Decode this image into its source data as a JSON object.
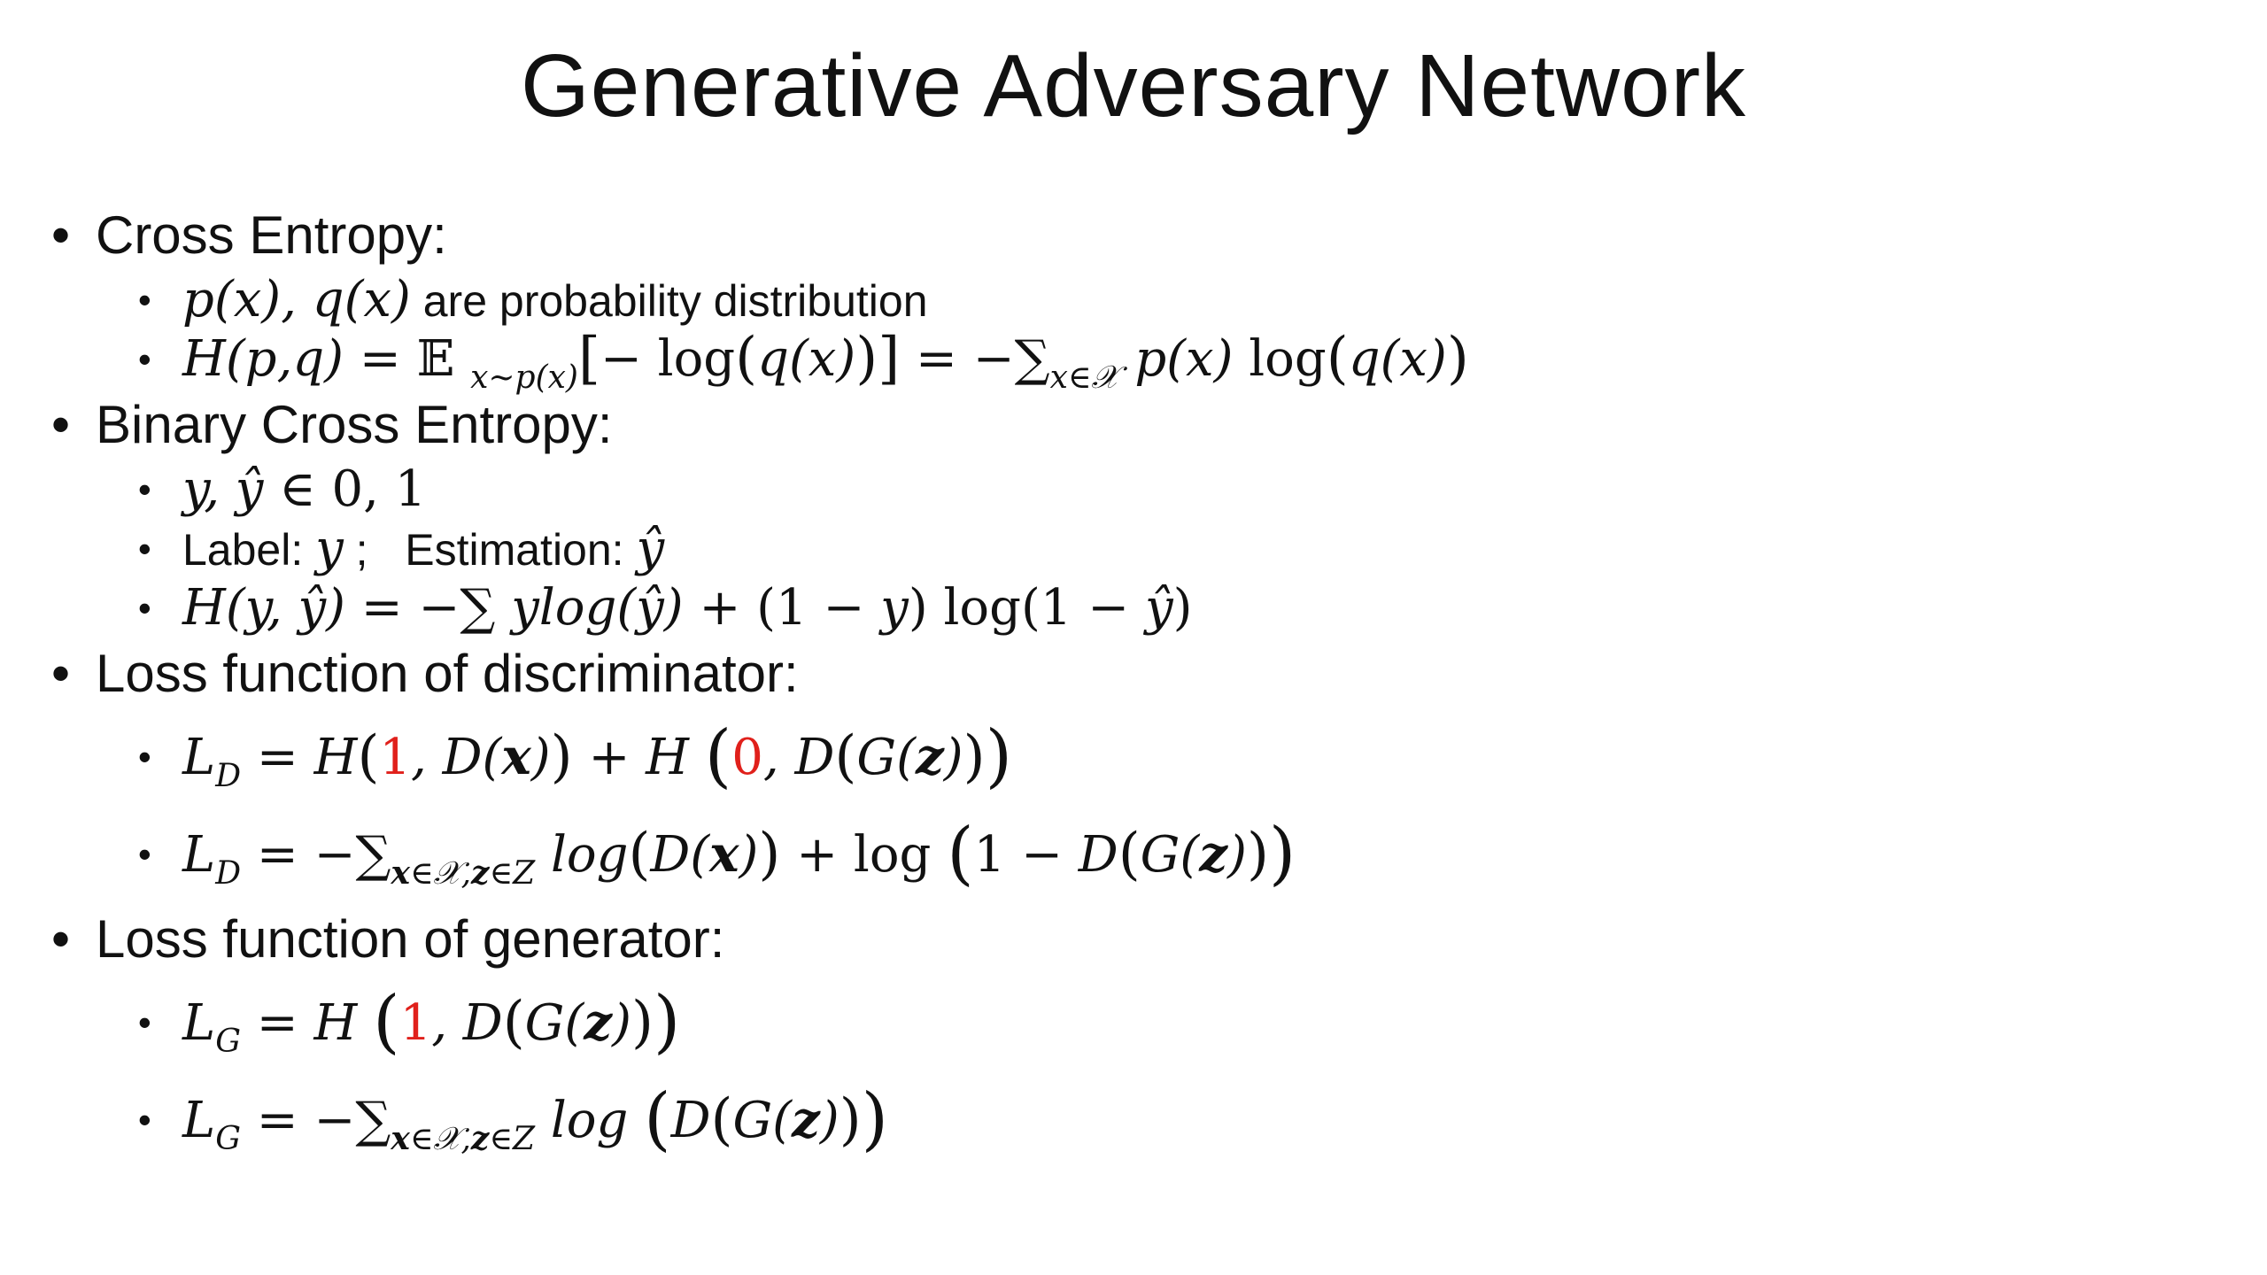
{
  "title": "Generative Adversary Network",
  "sections": [
    {
      "heading": "Cross Entropy:",
      "items": [
        {
          "text_suffix": " are probability distribution",
          "math": "p(x), q(x)"
        },
        {
          "math": "H(p,q) = 𝔼 x~p(x)[− log(q(x))] = −∑x∈𝒳 p(x) log(q(x))"
        }
      ]
    },
    {
      "heading": "Binary Cross Entropy:",
      "items": [
        {
          "math": "y, ŷ ∈ 0, 1"
        },
        {
          "label_text": "Label: ",
          "label_var": "y",
          "sep": " ; ",
          "est_text": "Estimation: ",
          "est_var": "ŷ"
        },
        {
          "math": "H(y, ŷ) = −∑ ylog(ŷ) + (1 − y) log(1 − ŷ)"
        }
      ]
    },
    {
      "heading": "Loss function of discriminator:",
      "items": [
        {
          "math": "L_D = H(1, D(x)) + H(0, D(G(z)))"
        },
        {
          "math": "L_D = −∑x∈𝒳,z∈Z log(D(x)) + log(1 − D(G(z)))"
        }
      ]
    },
    {
      "heading": "Loss function of generator:",
      "items": [
        {
          "math": "L_G = H(1, D(G(z)))"
        },
        {
          "math": "L_G = −∑x∈𝒳,z∈Z log(D(G(z)))"
        }
      ]
    }
  ],
  "bullet_glyph": "•",
  "colors": {
    "text": "#111111",
    "highlight": "#e0201b",
    "background": "#ffffff"
  }
}
